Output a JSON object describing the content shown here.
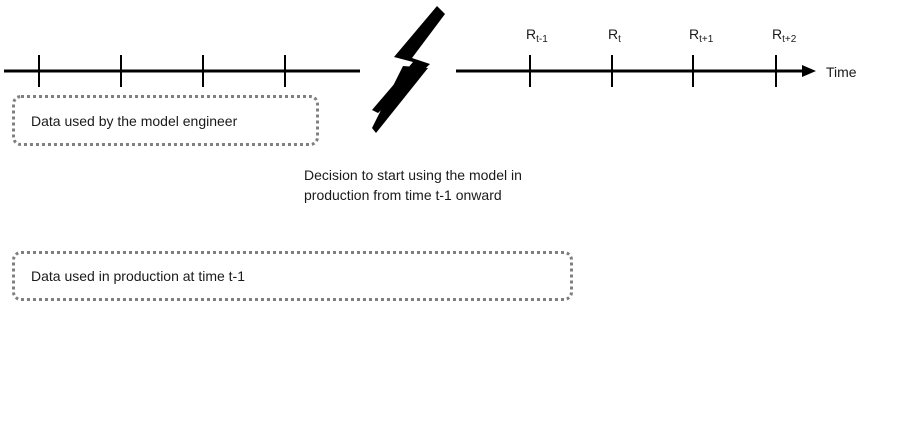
{
  "timeline": {
    "axis_label": "Time",
    "future_ticks": [
      {
        "base": "R",
        "sub": "t-1"
      },
      {
        "base": "R",
        "sub": "t"
      },
      {
        "base": "R",
        "sub": "t+1"
      },
      {
        "base": "R",
        "sub": "t+2"
      }
    ],
    "past_tick_count": 4,
    "break_symbol": "lightning-bolt-icon"
  },
  "boxes": {
    "engineer_data": "Data used by the model engineer",
    "production_data": "Data used in production at time t-1"
  },
  "decision_note": {
    "line1": "Decision to start using the model in",
    "line2": "production from time t-1 onward"
  },
  "colors": {
    "line": "#000000",
    "dotted_border": "#7f7f7f",
    "text": "#1a1a1a"
  }
}
